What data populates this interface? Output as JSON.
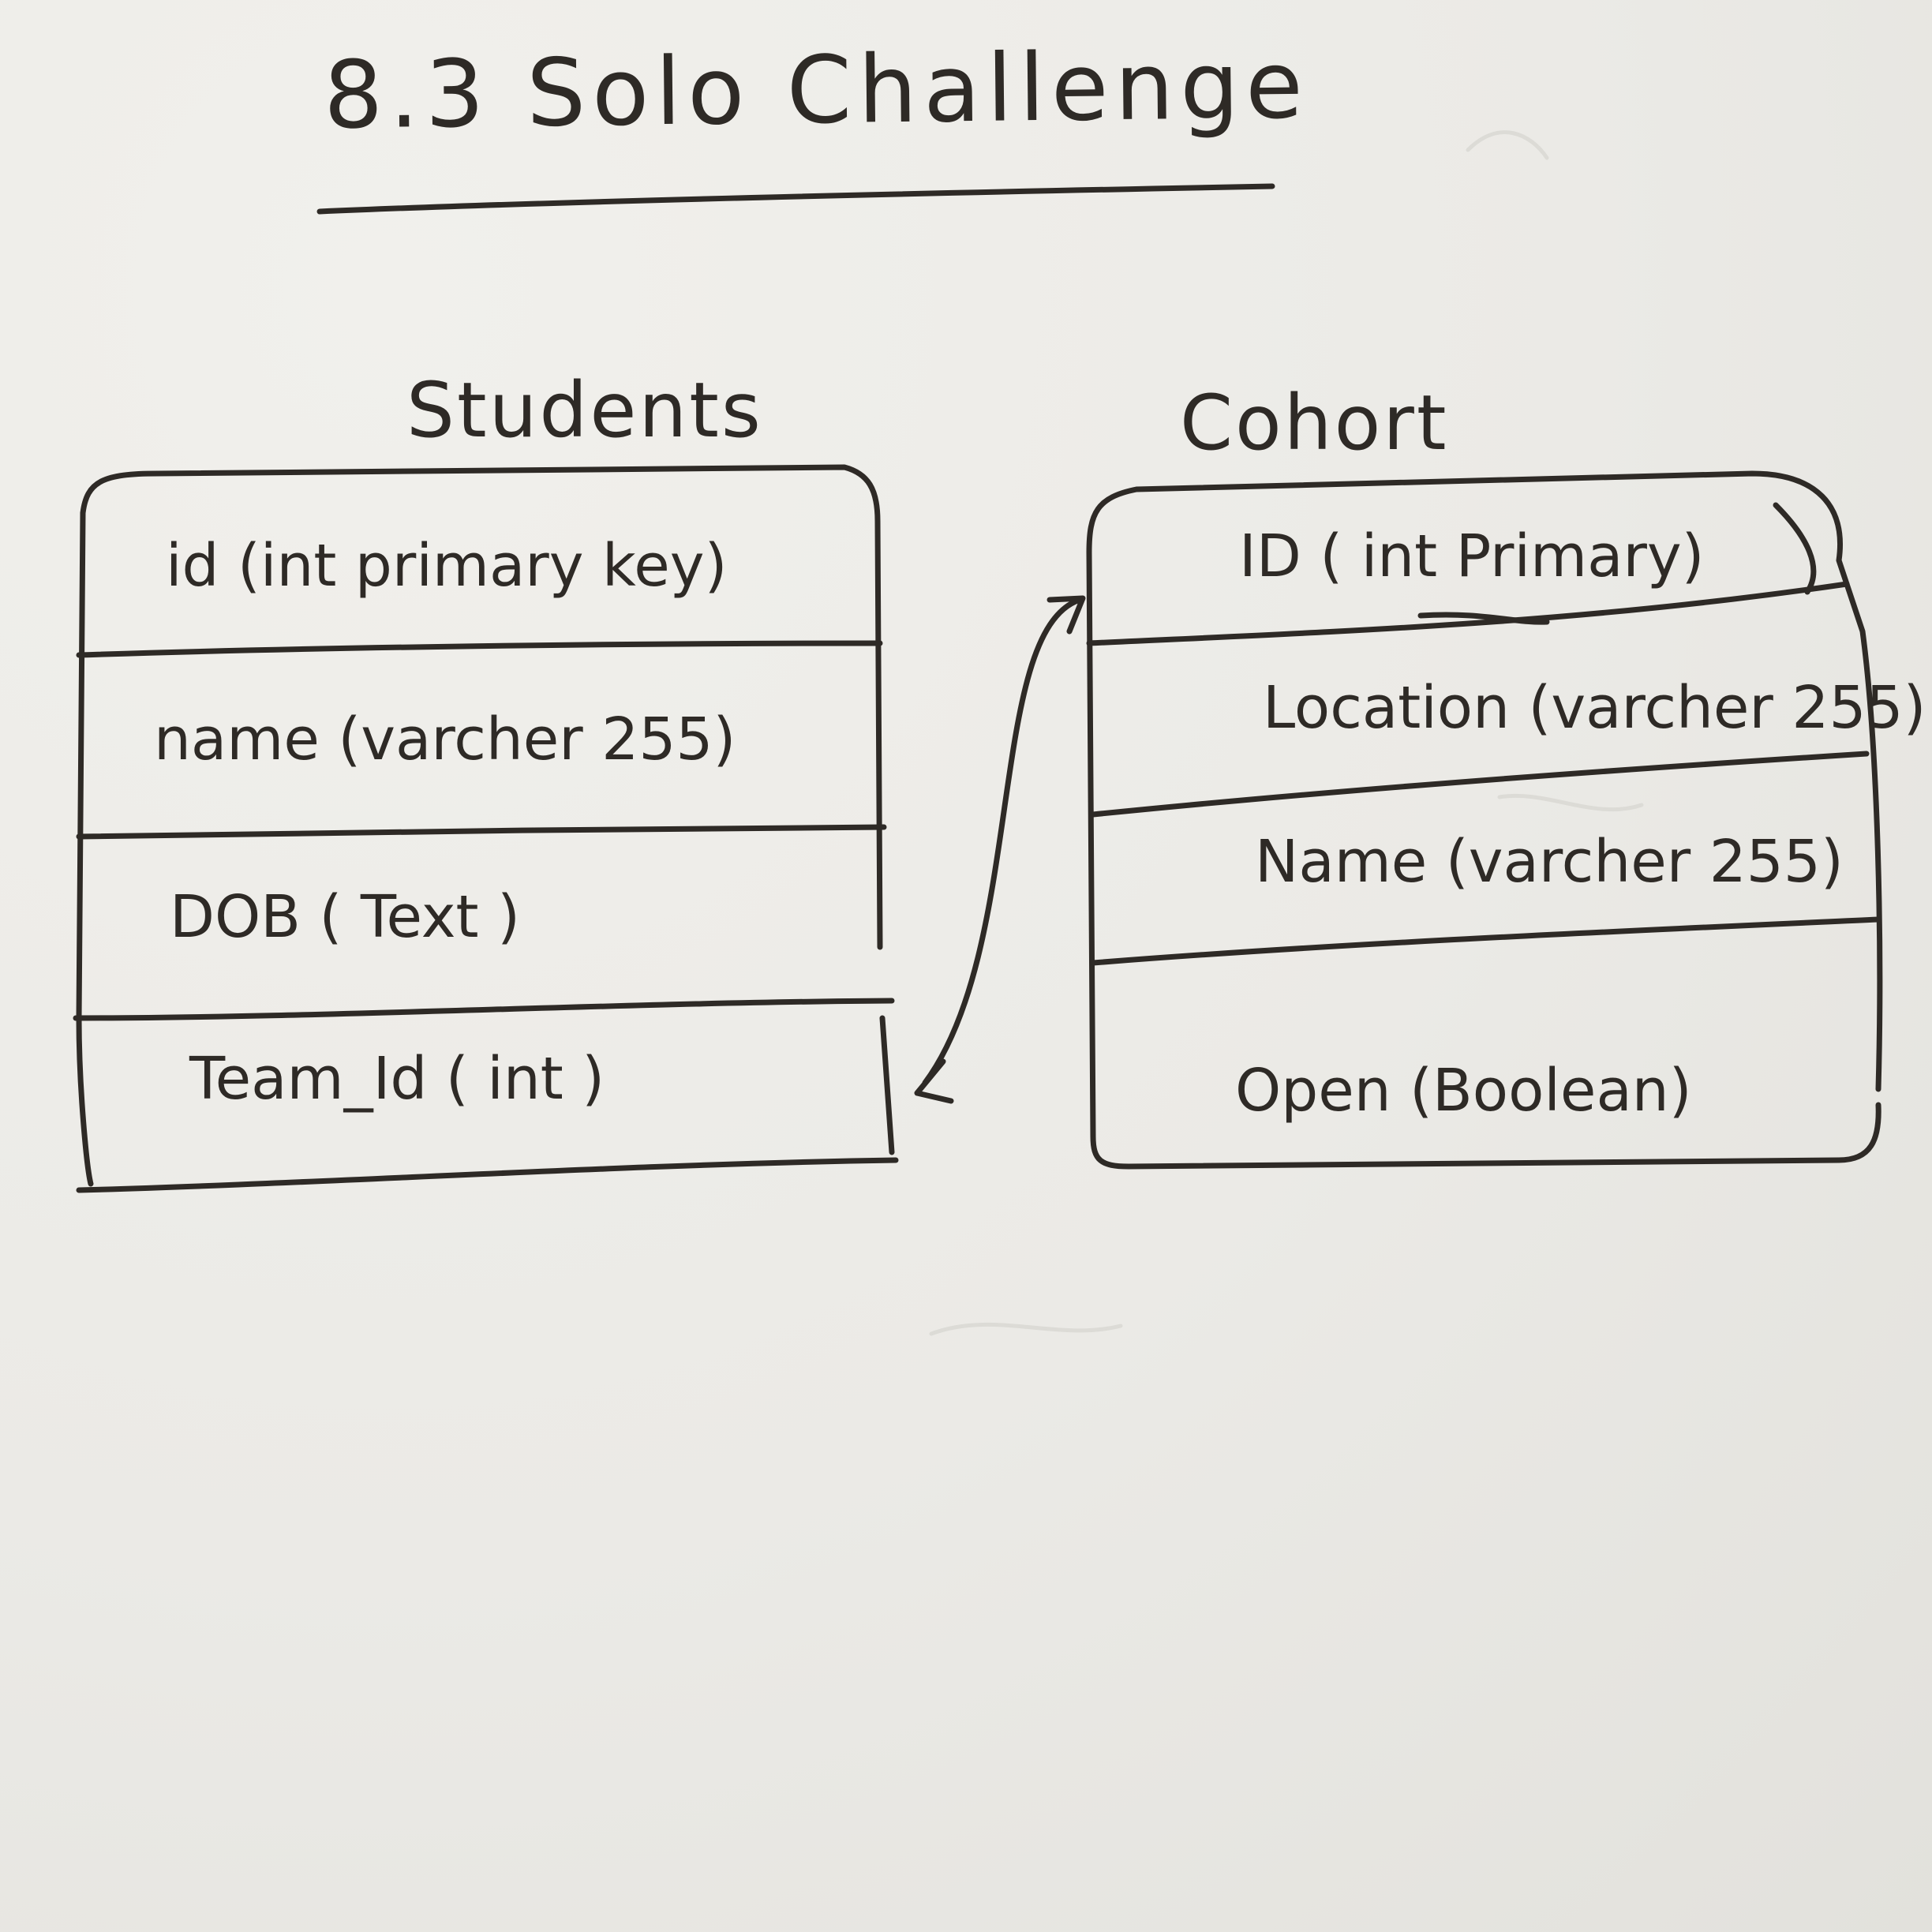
{
  "title": "8.3 Solo Challenge",
  "tables": {
    "students": {
      "name": "Students",
      "rows": [
        "id (int primary key)",
        "name (varcher 255)",
        "DOB ( Text )",
        "Team_Id ( int )"
      ]
    },
    "cohort": {
      "name": "Cohort",
      "rows": [
        "ID ( int Primary)",
        "Location (varcher 255)",
        "Name (varcher 255)",
        "Open (Boolean)"
      ]
    }
  },
  "relationship": {
    "from": "Team_Id ( int )",
    "to": "ID ( int Primary)"
  },
  "colors": {
    "paper": "#ecebe7",
    "ink": "#2e2a26"
  }
}
